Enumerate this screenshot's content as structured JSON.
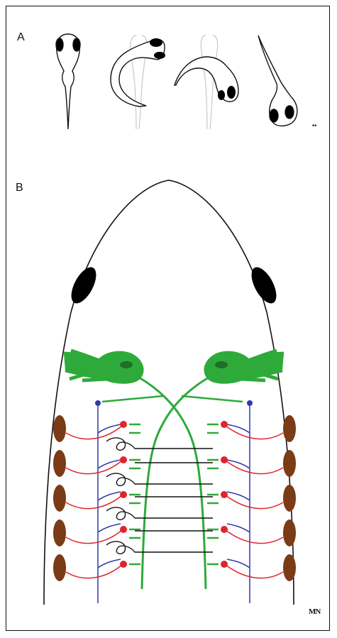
{
  "figure": {
    "panel_a_label": "A",
    "panel_b_label": "B",
    "author_initials": "MN",
    "scale_mark": "**"
  },
  "colors": {
    "outline": "#111111",
    "eye": "#000000",
    "faded_larva": "#c8c8c8",
    "mauthner_neuron": "#2eaa3a",
    "mauthner_nucleus": "#1f6e2a",
    "axon_collateral": "#2eaa3a",
    "inhibitory_interneuron": "#2f3aa8",
    "motor_neuron": "#e0242a",
    "muscle": "#7a3b16",
    "commissural": "#111111"
  },
  "icons": {
    "larva": "zebrafish-larva-icon",
    "eye": "eye-icon"
  }
}
